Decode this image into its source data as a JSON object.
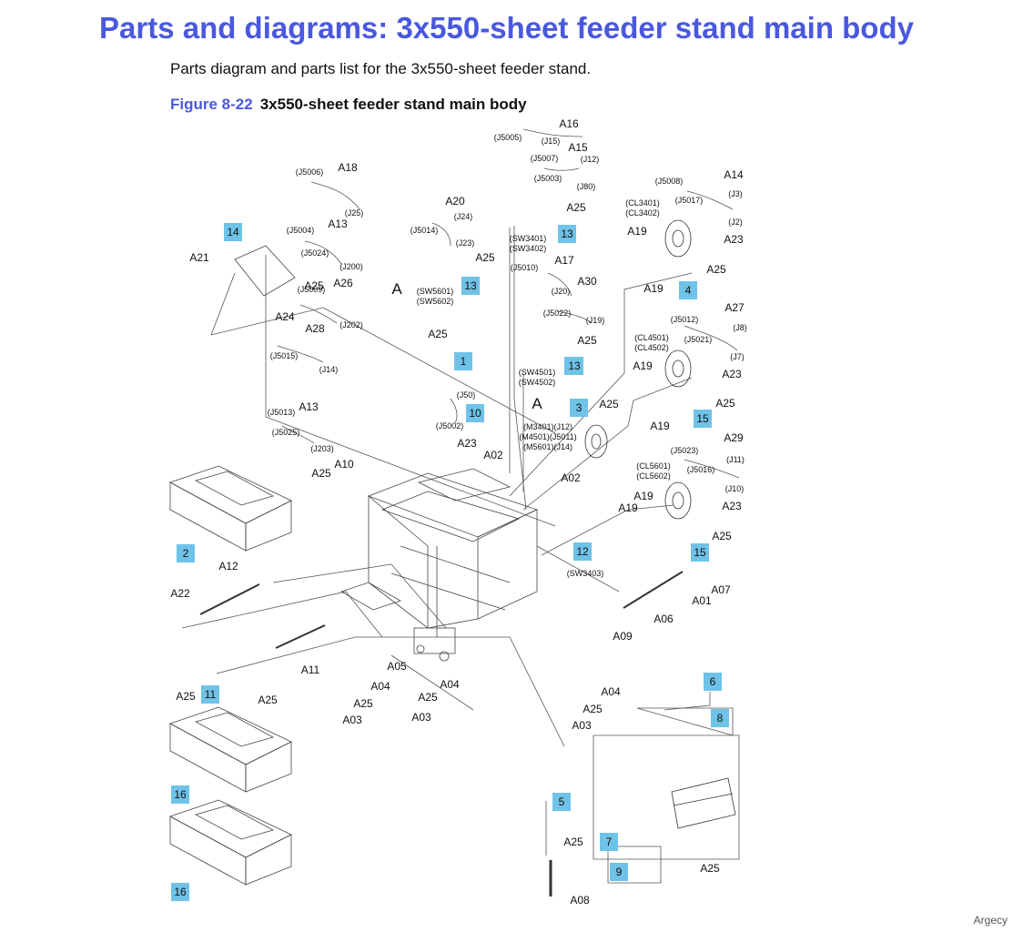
{
  "header": {
    "title": "Parts and diagrams: 3x550-sheet feeder stand main body",
    "intro": "Parts diagram and parts list for the 3x550-sheet feeder stand."
  },
  "figure": {
    "number": "Figure 8-22",
    "caption": "3x550-sheet feeder stand main body"
  },
  "watermark": "Argecy",
  "colors": {
    "title": "#4a58de",
    "callout_fill": "#6fc2e8",
    "line": "#555555"
  },
  "callouts": [
    "14",
    "13",
    "13",
    "13",
    "1",
    "13",
    "10",
    "3",
    "4",
    "15",
    "15",
    "2",
    "12",
    "6",
    "8",
    "11",
    "16",
    "16",
    "5",
    "7",
    "9"
  ],
  "part_labels": [
    "A16",
    "A15",
    "A14",
    "A18",
    "A20",
    "A25",
    "A25",
    "A13",
    "A17",
    "A19",
    "A23",
    "A21",
    "A25",
    "A25",
    "A30",
    "A24",
    "A26",
    "A28",
    "A19",
    "A27",
    "A25",
    "A25",
    "A19",
    "A23",
    "A13",
    "A25",
    "A19",
    "A25",
    "A23",
    "A02",
    "A10",
    "A25",
    "A02",
    "A29",
    "A19",
    "A23",
    "A19",
    "A25",
    "A12",
    "A22",
    "A07",
    "A01",
    "A06",
    "A09",
    "A05",
    "A04",
    "A04",
    "A04",
    "A25",
    "A25",
    "A25",
    "A11",
    "A25",
    "A25",
    "A03",
    "A03",
    "A03",
    "A25",
    "A25",
    "A08",
    "A",
    "A"
  ],
  "connector_labels": [
    "(J5005)",
    "(J15)",
    "(J5007)",
    "(J12)",
    "(J5003)",
    "(J80)",
    "(J5006)",
    "(J25)",
    "(J5008)",
    "(J5017)",
    "(J3)",
    "(CL3401)",
    "(CL3402)",
    "(J2)",
    "(J24)",
    "(J5014)",
    "(J23)",
    "(SW3401)",
    "(SW3402)",
    "(J5004)",
    "(J5024)",
    "(J200)",
    "(J5010)",
    "(J20)",
    "(SW5601)",
    "(SW5602)",
    "(J5009)",
    "(J202)",
    "(J5022)",
    "(J19)",
    "(J5012)",
    "(J8)",
    "(CL4501)",
    "(CL4502)",
    "(J5021)",
    "(J7)",
    "(J5015)",
    "(J14)",
    "(SW4501)",
    "(SW4502)",
    "(J50)",
    "(J5002)",
    "(J5013)",
    "(J5025)",
    "(J203)",
    "(M3401)(J12)",
    "(M4501)(J5011)",
    "(M5601)(J14)",
    "(J5023)",
    "(J11)",
    "(CL5601)",
    "(CL5602)",
    "(J5016)",
    "(J10)",
    "(SW3403)"
  ]
}
